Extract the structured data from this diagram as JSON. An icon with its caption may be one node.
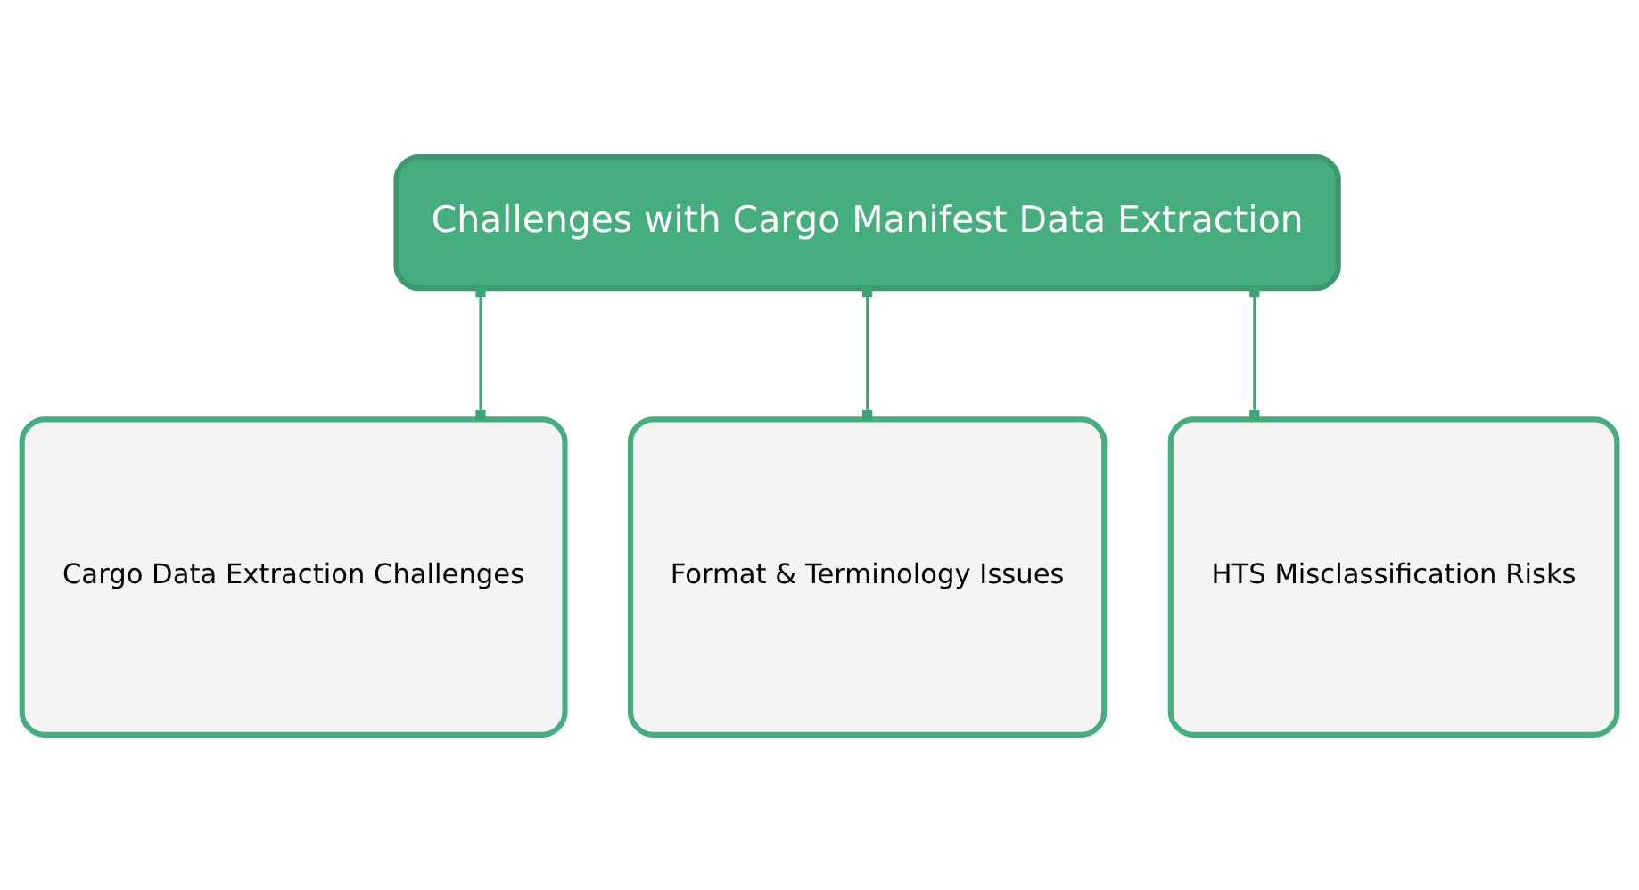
{
  "diagram": {
    "nodes": [
      {
        "text": [
          "Challenges with Cargo Manifest Data Extraction"
        ]
      },
      {
        "text": [
          "Cargo Data Extraction Challenges"
        ]
      },
      {
        "text": [
          "Format & Terminology Issues"
        ]
      },
      {
        "text": [
          "HTS Misclassification Risks"
        ]
      }
    ],
    "edges": [
      {
        "from": 0,
        "to": 1,
        "arrow": "other"
      },
      {
        "from": 0,
        "to": 2,
        "arrow": "other"
      },
      {
        "from": 0,
        "to": 3,
        "arrow": "other"
      }
    ]
  }
}
